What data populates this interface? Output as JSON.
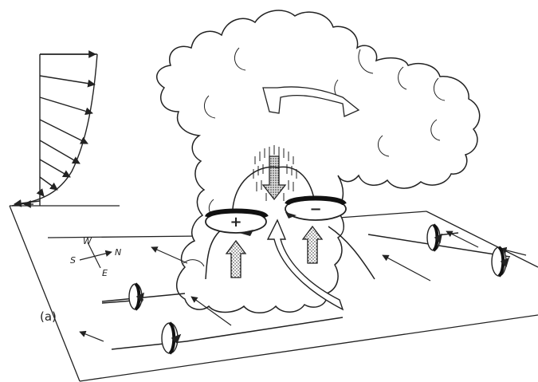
{
  "panel_label": "(a)",
  "compass": {
    "north": "N",
    "south": "S",
    "east": "E",
    "west": "W"
  },
  "updraft_signs": {
    "left": "+",
    "right": "−"
  },
  "colors": {
    "ink": "#222222",
    "background": "#ffffff"
  }
}
